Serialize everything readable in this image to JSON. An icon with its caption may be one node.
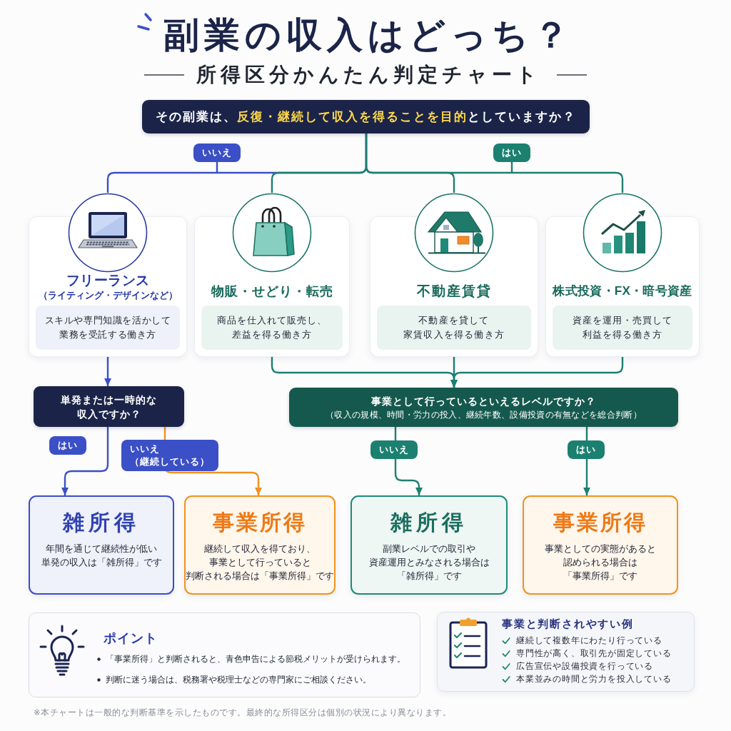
{
  "diagram": {
    "title": "副業の収入はどっち？",
    "nodes": [
      {
        "text": [
          "その副業は、**反復・継続して収入を得ることを目的**としていますか？"
        ]
      },
      {
        "text": [
          "フリーランス",
          "（ライティング・デザインなど）",
          "スキルや専門知識を活かして業務を受託する働き方"
        ]
      },
      {
        "text": [
          "物販・せどり・転売",
          "商品を仕入れて販売し、差益を得る働き方"
        ]
      },
      {
        "text": [
          "不動産賃貸",
          "不動産を貸して家賃収入を得る働き方"
        ]
      },
      {
        "text": [
          "株式投資・FX・暗号資産",
          "資産を運用・売買して利益を得る働き方"
        ]
      },
      {
        "text": [
          "単発または一時的な収入ですか？"
        ]
      },
      {
        "text": [
          "事業として行っているといえるレベルですか？",
          "（収入の規模、時間・労力の投入、継続年数、設備投資の有無などを総合判断）"
        ]
      },
      {
        "text": [
          "雑所得",
          "年間を通じて継続性が低い単発の収入は「雑所得」です"
        ]
      },
      {
        "text": [
          "事業所得",
          "継続して収入を得ており、事業として行っていると判断される場合は「事業所得」です"
        ]
      },
      {
        "text": [
          "雑所得",
          "副業レベルでの取引や資産運用とみなされる場合は「雑所得」です"
        ]
      },
      {
        "text": [
          "事業所得",
          "事業としての実態があると認められる場合は「事業所得」です"
        ]
      },
      {
        "text": [
          "ポイント",
          "「事業所得」と判断されると、青色申告による節税メリットが受けられます。",
          "判断に迷う場合は、税務署や税理士などの専門家にご相談ください。"
        ]
      },
      {
        "text": [
          "事業と判断されやすい例",
          "継続して複数年にわたり行っている",
          "専門性が高く、取引先が固定している",
          "広告宣伝や設備投資を行っている",
          "本業並みの時間と労力を投入している"
        ]
      }
    ],
    "edges": [
      {
        "from": 0,
        "to": 1,
        "arrow": "none",
        "label": "いいえ",
        "color": "#3b4fc6"
      },
      {
        "from": 0,
        "to": 2,
        "arrow": "none"
      },
      {
        "from": 0,
        "to": 3,
        "arrow": "none"
      },
      {
        "from": 0,
        "to": 4,
        "arrow": "none",
        "label": "はい"
      },
      {
        "from": 1,
        "to": 5,
        "arrow": "to",
        "color": "#3b4fc6"
      },
      {
        "from": 2,
        "to": 6,
        "arrow": "to"
      },
      {
        "from": 3,
        "to": 6,
        "arrow": "to"
      },
      {
        "from": 4,
        "to": 6,
        "arrow": "to"
      },
      {
        "from": 5,
        "to": 7,
        "arrow": "to",
        "label": "はい",
        "color": "#3b4fc6"
      },
      {
        "from": 5,
        "to": 8,
        "arrow": "to",
        "label": "いいえ（継続している）",
        "color": "#f2921f"
      },
      {
        "from": 6,
        "to": 9,
        "arrow": "to",
        "label": "いいえ"
      },
      {
        "from": 6,
        "to": 10,
        "arrow": "to",
        "label": "はい"
      }
    ],
    "labels": [
      "所得区分かんたん判定チャート",
      "※本チャートは一般的な判断基準を示したものです。最終的な所得区分は個別の状況により異なります。"
    ]
  }
}
